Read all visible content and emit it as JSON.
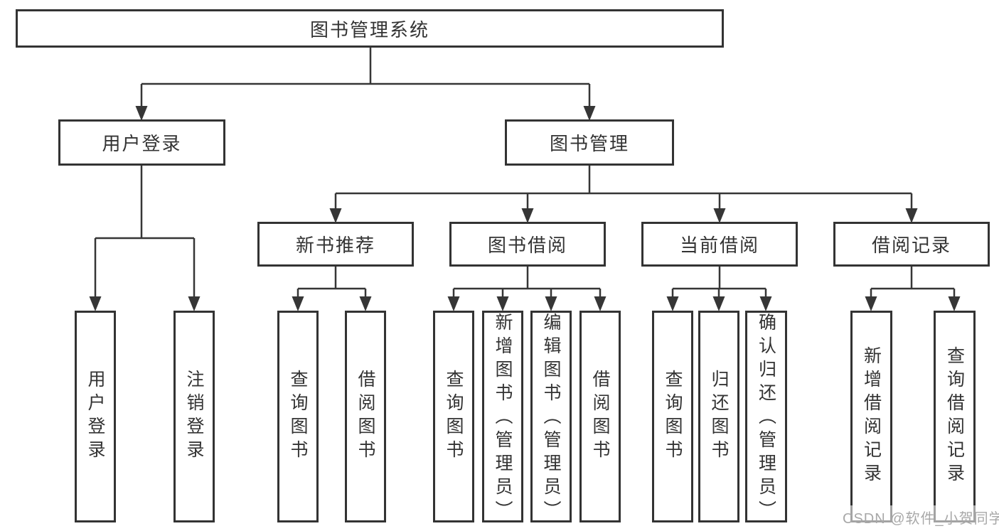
{
  "tree": {
    "root_label": "图书管理系统",
    "branches": [
      {
        "label": "用户登录",
        "leaves": [
          "用户登录",
          "注销登录"
        ]
      },
      {
        "label": "图书管理",
        "groups": [
          {
            "label": "新书推荐",
            "leaves": [
              "查询图书",
              "借阅图书"
            ]
          },
          {
            "label": "图书借阅",
            "leaves": [
              "查询图书",
              "新增图书（管理员）",
              "编辑图书（管理员）",
              "借阅图书"
            ]
          },
          {
            "label": "当前借阅",
            "leaves": [
              "查询图书",
              "归还图书",
              "确认归还（管理员）"
            ]
          },
          {
            "label": "借阅记录",
            "leaves": [
              "新增借阅记录",
              "查询借阅记录"
            ]
          }
        ]
      }
    ]
  },
  "watermark": {
    "text": "CSDN @软件_小贺同学"
  },
  "colors": {
    "line": "#363636",
    "box_border": "#333333",
    "text": "#333333",
    "watermark_text": "#a8a8a8",
    "background": "#ffffff"
  }
}
